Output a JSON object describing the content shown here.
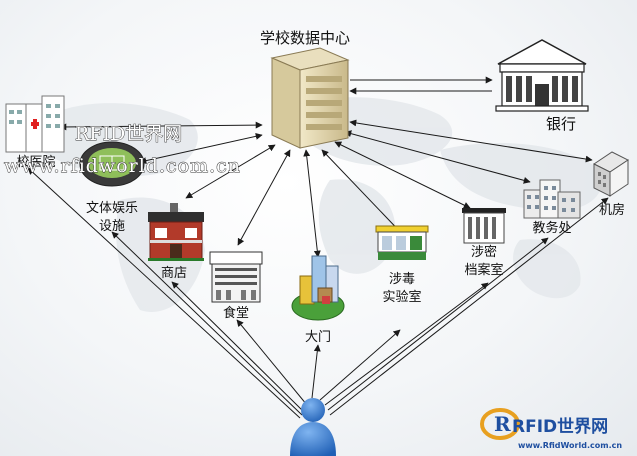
{
  "diagram": {
    "center_label": "学校数据中心",
    "bank_label": "银行",
    "nodes": {
      "hospital": "校医院",
      "entertainment_line1": "文体娱乐",
      "entertainment_line2": "设施",
      "shop": "商店",
      "canteen": "食堂",
      "gate": "大门",
      "lab_line1": "涉毒",
      "lab_line2": "实验室",
      "archive_line1": "涉密",
      "archive_line2": "档案室",
      "academic": "教务处",
      "machine_room": "机房"
    }
  },
  "watermark": {
    "text1": "RFID世界网",
    "text2": "www.rfidworld.com.cn"
  },
  "logo": {
    "text": "RFID世界网",
    "url": "www.RfidWorld.com.cn"
  }
}
